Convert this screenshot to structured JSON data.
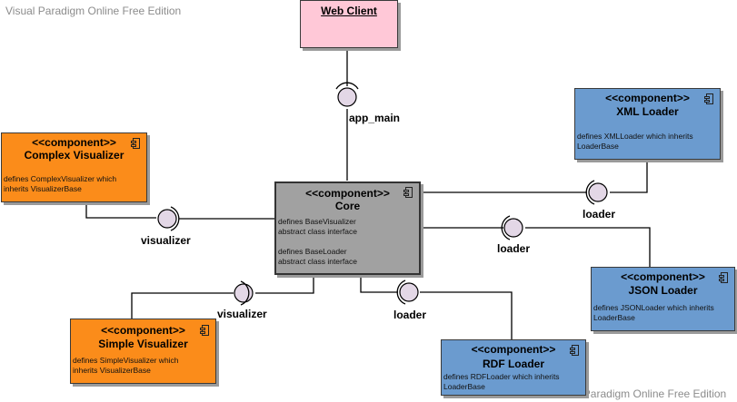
{
  "watermark": "Visual Paradigm Online Free Edition",
  "web_client": {
    "label": "Web Client"
  },
  "components": {
    "core": {
      "stereotype": "<<component>>",
      "name": "Core",
      "description": "defines BaseVisualizer\nabstract class interface\n\ndefines BaseLoader\nabstract class interface"
    },
    "complex_visualizer": {
      "stereotype": "<<component>>",
      "name": "Complex Visualizer",
      "description": "defines ComplexVisualizer which\ninherits VisualizerBase"
    },
    "simple_visualizer": {
      "stereotype": "<<component>>",
      "name": "Simple Visualizer",
      "description": "defines SimpleVisualizer which\ninherits VisualizerBase"
    },
    "xml_loader": {
      "stereotype": "<<component>>",
      "name": "XML Loader",
      "description": "defines XMLLoader which inherits\nLoaderBase"
    },
    "json_loader": {
      "stereotype": "<<component>>",
      "name": "JSON Loader",
      "description": "defines JSONLoader which inherits\nLoaderBase"
    },
    "rdf_loader": {
      "stereotype": "<<component>>",
      "name": "RDF Loader",
      "description": "defines RDFLoader which inherits\nLoaderBase"
    }
  },
  "interfaces": {
    "app_main": "app_main",
    "visualizer_complex": "visualizer",
    "visualizer_simple": "visualizer",
    "loader_xml": "loader",
    "loader_json": "loader",
    "loader_rdf": "loader"
  },
  "colors": {
    "visualizer_fill": "#fb8c1a",
    "loader_fill": "#6b9bcf",
    "core_fill": "#a1a1a1",
    "web_client_fill": "#ffc8d7",
    "interface_fill": "#e3d7e6"
  }
}
